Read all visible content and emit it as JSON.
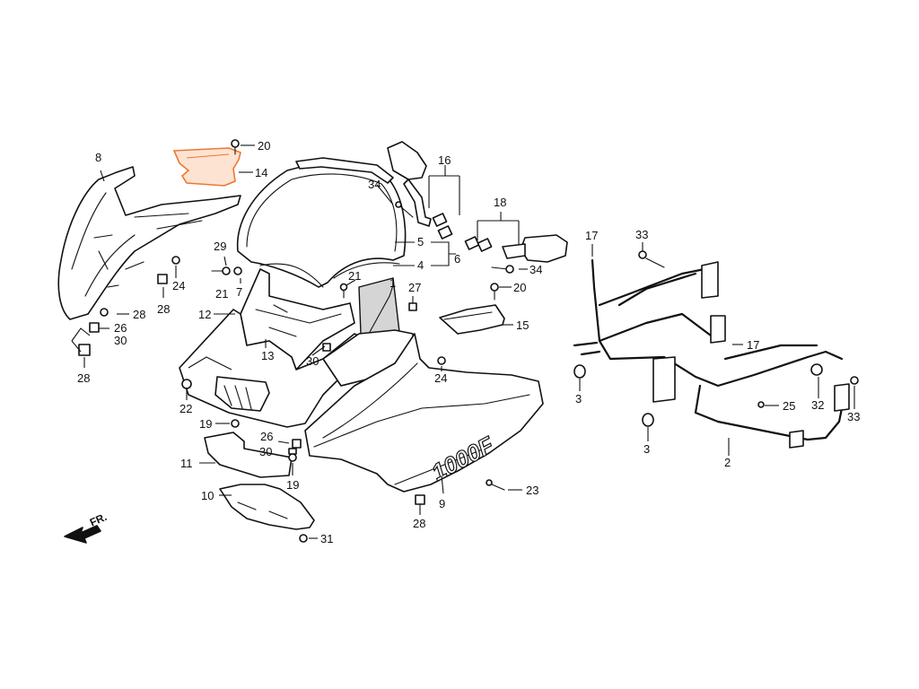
{
  "highlight_color": "#ee7733",
  "model_marking": "1000F",
  "front_indicator": {
    "label": "FR.",
    "icon": "arrow-front-left-icon"
  },
  "callouts": [
    {
      "id": "c1",
      "text": "1"
    },
    {
      "id": "c2",
      "text": "2"
    },
    {
      "id": "c3a",
      "text": "3"
    },
    {
      "id": "c3b",
      "text": "3"
    },
    {
      "id": "c4",
      "text": "4"
    },
    {
      "id": "c5",
      "text": "5"
    },
    {
      "id": "c6",
      "text": "6"
    },
    {
      "id": "c7",
      "text": "7"
    },
    {
      "id": "c8",
      "text": "8"
    },
    {
      "id": "c9",
      "text": "9"
    },
    {
      "id": "c10",
      "text": "10"
    },
    {
      "id": "c11",
      "text": "11"
    },
    {
      "id": "c12",
      "text": "12"
    },
    {
      "id": "c13",
      "text": "13"
    },
    {
      "id": "c14",
      "text": "14",
      "highlighted": true
    },
    {
      "id": "c15",
      "text": "15"
    },
    {
      "id": "c16",
      "text": "16"
    },
    {
      "id": "c17a",
      "text": "17"
    },
    {
      "id": "c17b",
      "text": "17"
    },
    {
      "id": "c18",
      "text": "18"
    },
    {
      "id": "c19a",
      "text": "19"
    },
    {
      "id": "c19b",
      "text": "19"
    },
    {
      "id": "c20a",
      "text": "20"
    },
    {
      "id": "c20b",
      "text": "20"
    },
    {
      "id": "c21a",
      "text": "21"
    },
    {
      "id": "c21b",
      "text": "21"
    },
    {
      "id": "c22",
      "text": "22"
    },
    {
      "id": "c23",
      "text": "23"
    },
    {
      "id": "c24a",
      "text": "24"
    },
    {
      "id": "c24b",
      "text": "24"
    },
    {
      "id": "c25",
      "text": "25"
    },
    {
      "id": "c26a",
      "text": "26"
    },
    {
      "id": "c26b",
      "text": "26"
    },
    {
      "id": "c27",
      "text": "27"
    },
    {
      "id": "c28a",
      "text": "28"
    },
    {
      "id": "c28b",
      "text": "28"
    },
    {
      "id": "c28c",
      "text": "28"
    },
    {
      "id": "c28d",
      "text": "28"
    },
    {
      "id": "c29",
      "text": "29"
    },
    {
      "id": "c30a",
      "text": "30"
    },
    {
      "id": "c30b",
      "text": "30"
    },
    {
      "id": "c30c",
      "text": "30"
    },
    {
      "id": "c31",
      "text": "31"
    },
    {
      "id": "c32",
      "text": "32"
    },
    {
      "id": "c33a",
      "text": "33"
    },
    {
      "id": "c33b",
      "text": "33"
    },
    {
      "id": "c34a",
      "text": "34"
    },
    {
      "id": "c34b",
      "text": "34"
    }
  ]
}
